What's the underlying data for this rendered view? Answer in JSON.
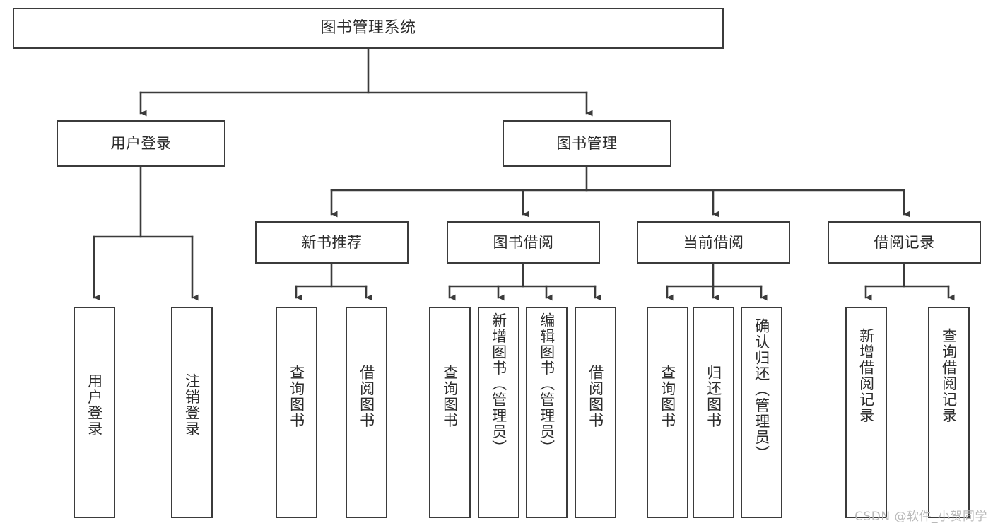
{
  "diagram": {
    "title": "图书管理系统",
    "type": "tree-hierarchy",
    "root": {
      "label": "图书管理系统"
    },
    "level1": [
      {
        "label": "用户登录"
      },
      {
        "label": "图书管理"
      }
    ],
    "level2": [
      {
        "label": "新书推荐"
      },
      {
        "label": "图书借阅"
      },
      {
        "label": "当前借阅"
      },
      {
        "label": "借阅记录"
      }
    ],
    "leaves": {
      "user_login": [
        {
          "label": "用户登录"
        },
        {
          "label": "注销登录"
        }
      ],
      "new_book_recommend": [
        {
          "label": "查询图书"
        },
        {
          "label": "借阅图书"
        }
      ],
      "book_borrow": [
        {
          "label": "查询图书"
        },
        {
          "label": "新增图书（管理员）"
        },
        {
          "label": "编辑图书（管理员）"
        },
        {
          "label": "借阅图书"
        }
      ],
      "current_borrow": [
        {
          "label": "查询图书"
        },
        {
          "label": "归还图书"
        },
        {
          "label": "确认归还（管理员）"
        }
      ],
      "borrow_record": [
        {
          "label": "新增借阅记录"
        },
        {
          "label": "查询借阅记录"
        }
      ]
    }
  },
  "watermark": {
    "text": "CSDN @软件_小贺同学"
  },
  "colors": {
    "stroke": "#3b3b3b",
    "background": "#ffffff",
    "text": "#2b2b2b",
    "watermark": "#b9b9b9"
  }
}
